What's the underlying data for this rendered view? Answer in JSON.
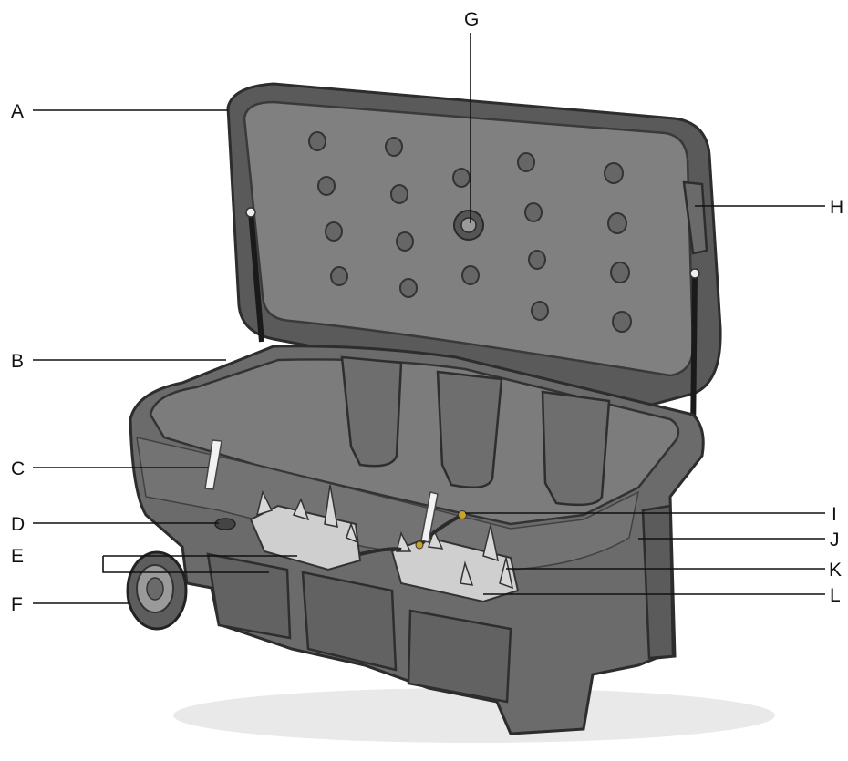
{
  "labels": {
    "A": "A",
    "B": "B",
    "C": "C",
    "D": "D",
    "E": "E",
    "F": "F",
    "G": "G",
    "H": "H",
    "I": "I",
    "J": "J",
    "K": "K",
    "L": "L"
  },
  "colors": {
    "shell": "#6d6d6d",
    "shell_dark": "#4a4a4a",
    "foam": "#8a8a8a",
    "foam_dark": "#5e5e5e",
    "plate": "#cfcfcf",
    "strap": "#f2f2f2",
    "leader": "#111111"
  }
}
